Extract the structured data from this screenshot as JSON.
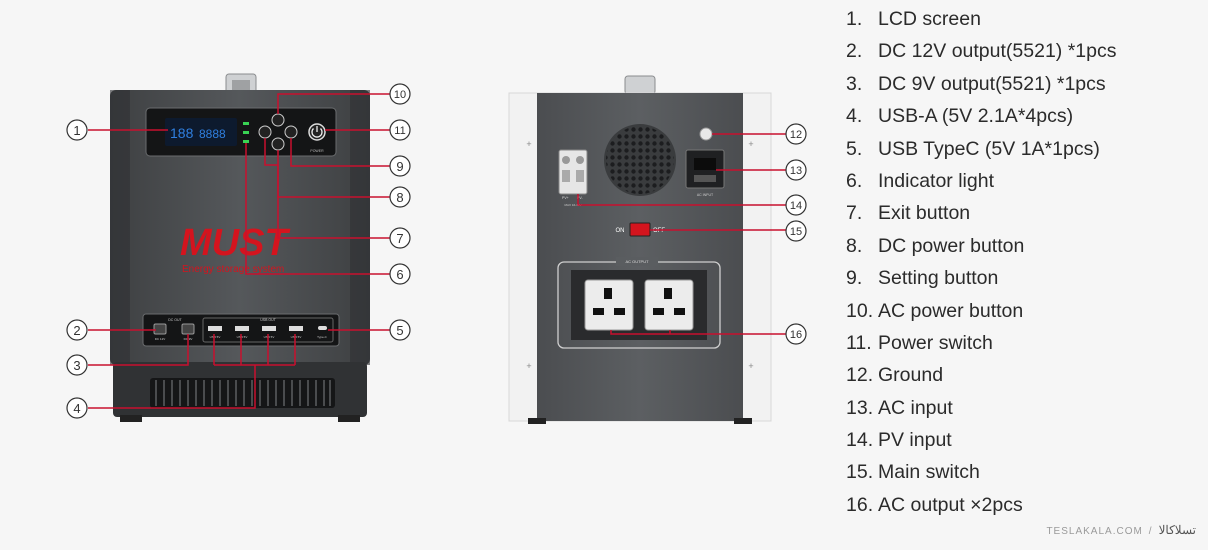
{
  "front_unit": {
    "brand": "MUST",
    "tagline": "Energy storage system",
    "lcd_digits_left": "188",
    "lcd_digits_right": "8888",
    "dc_out_label": "DC OUT",
    "usb_out_label": "USB OUT",
    "dc_port_labels": [
      "DC 12V",
      "DC 9V"
    ],
    "usb_port_label": "USB 5V",
    "typec_label": "Type-C",
    "power_label": "POWER"
  },
  "back_unit": {
    "ac_input_label": "AC INPUT",
    "pv_labels": [
      "PV+",
      "PV-"
    ],
    "pv_caption": "MAX 16-40V",
    "switch_on": "ON",
    "switch_off": "OFF",
    "ac_output_label": "AC OUTPUT"
  },
  "callouts": [
    "1",
    "2",
    "3",
    "4",
    "5",
    "6",
    "7",
    "8",
    "9",
    "10",
    "11",
    "12",
    "13",
    "14",
    "15",
    "16"
  ],
  "legend": [
    {
      "num": "1.",
      "text": "LCD screen"
    },
    {
      "num": "2.",
      "text": "DC 12V output(5521) *1pcs"
    },
    {
      "num": "3.",
      "text": "DC 9V output(5521) *1pcs"
    },
    {
      "num": "4.",
      "text": "USB-A (5V 2.1A*4pcs)"
    },
    {
      "num": "5.",
      "text": "USB TypeC (5V 1A*1pcs)"
    },
    {
      "num": "6.",
      "text": "Indicator light"
    },
    {
      "num": "7.",
      "text": "Exit button"
    },
    {
      "num": "8.",
      "text": "DC power button"
    },
    {
      "num": "9.",
      "text": "Setting button"
    },
    {
      "num": "10.",
      "text": "AC power button"
    },
    {
      "num": "11.",
      "text": "Power switch"
    },
    {
      "num": "12.",
      "text": "Ground"
    },
    {
      "num": "13.",
      "text": "AC input"
    },
    {
      "num": "14.",
      "text": "PV input"
    },
    {
      "num": "15.",
      "text": "Main switch"
    },
    {
      "num": "16.",
      "text": "AC output ×2pcs"
    }
  ],
  "watermark": {
    "latin": "TESLAKALA.COM",
    "separator": "/",
    "persian": "تسلاکالا"
  },
  "colors": {
    "callout_red": "#c8102e",
    "brand_red": "#d4141e",
    "lcd_blue": "#2f7fe0",
    "body_dark": "#4a4c4e"
  }
}
